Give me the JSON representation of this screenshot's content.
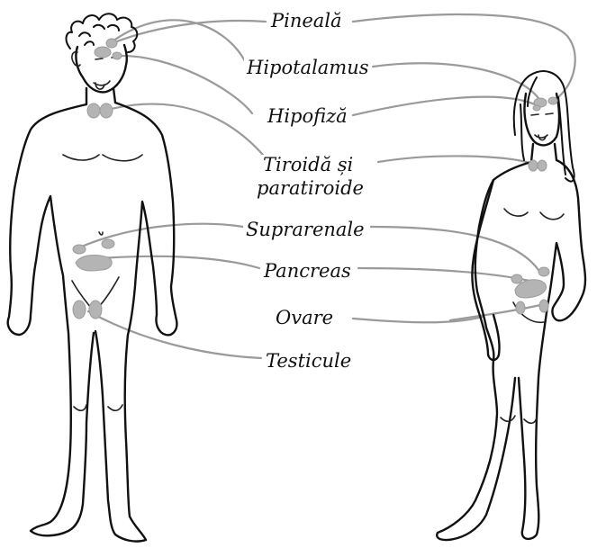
{
  "labels": {
    "pineal": "Pineală",
    "hypothalamus": "Hipotalamus",
    "pituitary": "Hipofiză",
    "thyroid_line1": "Tiroidă și",
    "thyroid_line2": "paratiroide",
    "adrenal": "Suprarenale",
    "pancreas": "Pancreas",
    "ovaries": "Ovare",
    "testes": "Testicule"
  },
  "colors": {
    "gland_fill": "#b4b4b4",
    "leader_line": "#9a9a9a",
    "outline": "#111111"
  }
}
